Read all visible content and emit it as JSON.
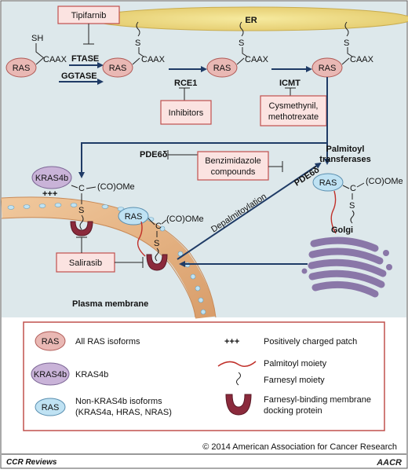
{
  "drugs": {
    "tipifarnib": "Tipifarnib",
    "inhibitors": "Inhibitors",
    "cysmethynil_line1": "Cysmethynil,",
    "cysmethynil_line2": "methotrexate",
    "benzimidazole_line1": "Benzimidazole",
    "benzimidazole_line2": "compounds",
    "salirasib": "Salirasib"
  },
  "enzymes": {
    "ftase": "FTASE",
    "ggtase": "GGTASE",
    "rce1": "RCE1",
    "icmt": "ICMT",
    "pde6d_top": "PDE6δ",
    "pde6d_arrow": "PDE6δ"
  },
  "compartments": {
    "er": "ER",
    "golgi": "Golgi",
    "plasma_membrane": "Plasma membrane",
    "palmitoyl_line1": "Palmitoyl",
    "palmitoyl_line2": "transferases"
  },
  "molecule_labels": {
    "ras": "RAS",
    "kras4b": "KRAS4b",
    "sh": "SH",
    "s": "S",
    "caax": "CAAX",
    "c": "C",
    "co_ome": "(CO)OMe",
    "plus_patch": "+++"
  },
  "process": {
    "depalmitoylation": "Depalmitoylation"
  },
  "legend": {
    "ras_label": "RAS",
    "ras_text": "All RAS isoforms",
    "kras4b_label": "KRAS4b",
    "kras4b_text": "KRAS4b",
    "nonkras_label": "RAS",
    "nonkras_text1": "Non-KRAS4b isoforms",
    "nonkras_text2": "(KRAS4a, HRAS, NRAS)",
    "plus_symbol": "+++",
    "plus_text": "Positively charged patch",
    "palmitoyl_text": "Palmitoyl moiety",
    "farnesyl_text": "Farnesyl moiety",
    "docking_text1": "Farnesyl-binding membrane",
    "docking_text2": "docking protein"
  },
  "footer": {
    "copyright": "© 2014 American Association for Cancer Research",
    "journal": "CCR Reviews",
    "logo_text": "AACR"
  },
  "colors": {
    "ras_fill": "#e9b8b4",
    "ras_stroke": "#b05a56",
    "kras4b_fill": "#c9b3d8",
    "nonkras_fill": "#bfe2f3",
    "drug_box_fill": "#fbe3e1",
    "drug_box_stroke": "#c0504d",
    "er_fill": "#efdc8a",
    "background": "#dfe9ec",
    "arrow": "#1f3b66",
    "membrane": "#e8b989",
    "golgi": "#8a77a8",
    "docking": "#8b2a3c"
  }
}
